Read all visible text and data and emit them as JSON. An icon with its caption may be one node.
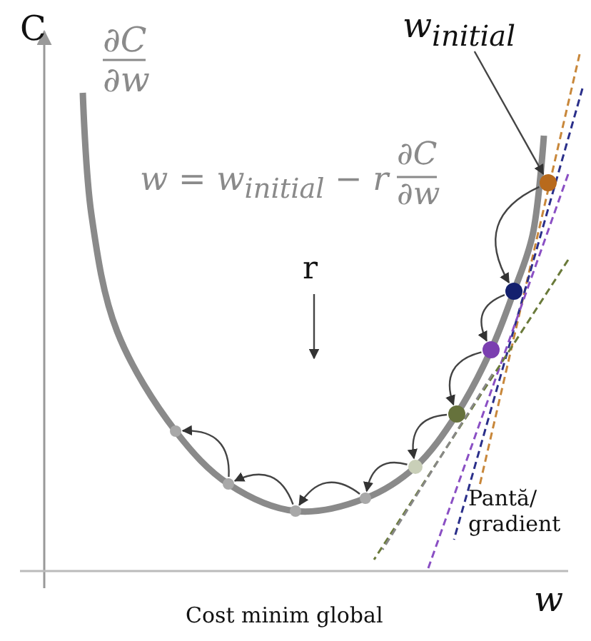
{
  "diagram": {
    "nodes": [
      {
        "text": [
          "w$_{initial}$"
        ]
      },
      {
        "text": [],
        "shape": "circle"
      },
      {
        "text": [],
        "shape": "circle"
      },
      {
        "text": [],
        "shape": "circle"
      },
      {
        "text": [],
        "shape": "circle"
      },
      {
        "text": [],
        "shape": "circle"
      },
      {
        "text": [],
        "shape": "circle"
      },
      {
        "text": [],
        "shape": "circle"
      },
      {
        "text": [],
        "shape": "circle"
      },
      {
        "text": [],
        "shape": "circle"
      },
      {
        "text": [
          "r"
        ]
      }
    ],
    "edges": [
      {
        "from": 0,
        "to": 1,
        "arrow": "to"
      },
      {
        "from": 1,
        "to": 2,
        "arrow": "to"
      },
      {
        "from": 2,
        "to": 3,
        "arrow": "to"
      },
      {
        "from": 3,
        "to": 4,
        "arrow": "to"
      },
      {
        "from": 4,
        "to": 5,
        "arrow": "to"
      },
      {
        "from": 5,
        "to": 6,
        "arrow": "to"
      },
      {
        "from": 6,
        "to": 7,
        "arrow": "to"
      },
      {
        "from": 7,
        "to": 8,
        "arrow": "to"
      },
      {
        "from": 8,
        "to": 9,
        "arrow": "to"
      },
      {
        "from": 10,
        "to": null,
        "arrow": "to"
      }
    ],
    "labels": [
      "C",
      "∂C",
      "∂w",
      "w = w$_{initial}$ − r",
      "∂C",
      "∂w",
      "Pantă/ gradient",
      "w",
      "Cost minim global"
    ]
  }
}
